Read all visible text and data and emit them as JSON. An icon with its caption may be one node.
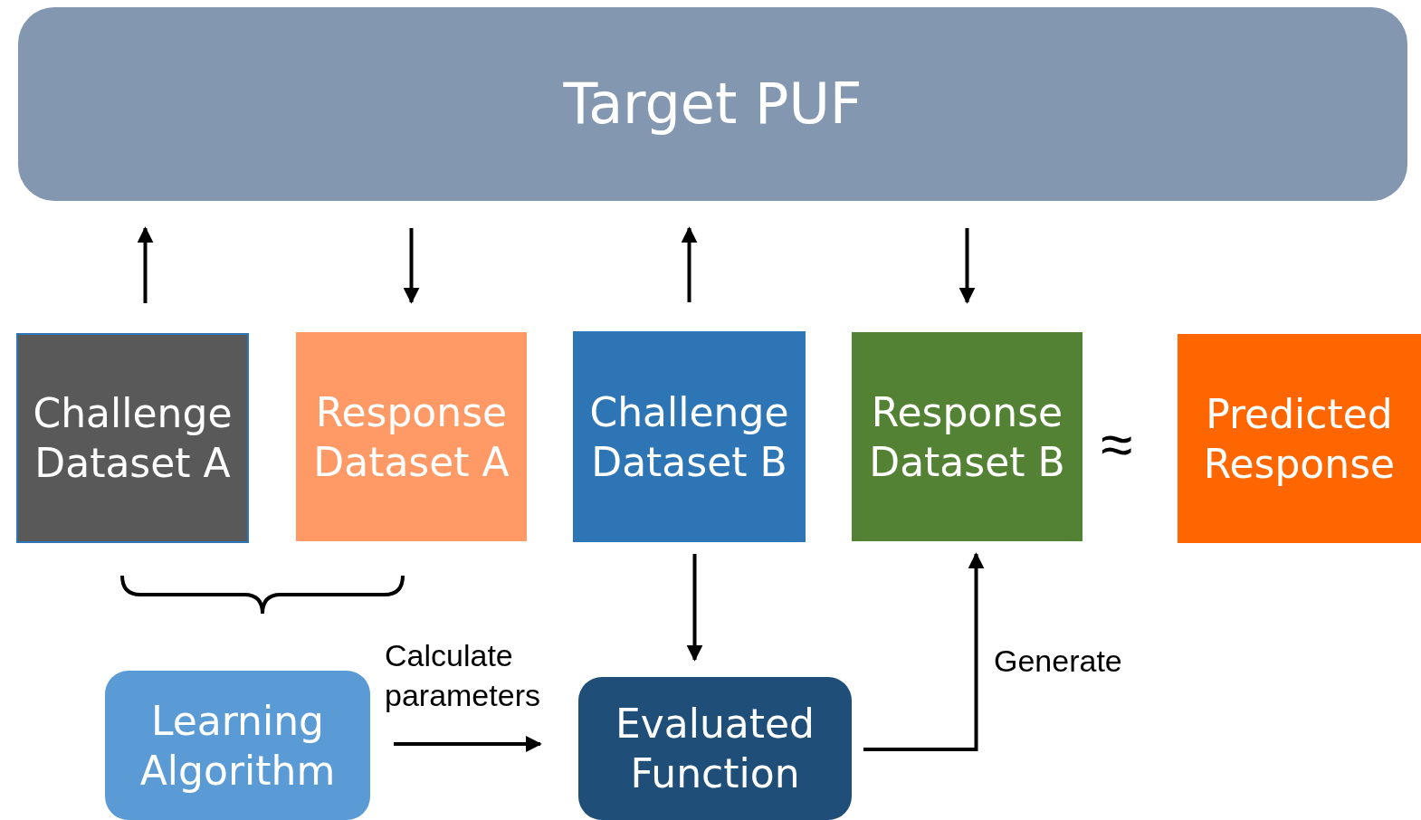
{
  "diagram": {
    "nodes": [
      {
        "text": [
          "Target PUF"
        ]
      },
      {
        "text": [
          "Challenge Dataset A"
        ]
      },
      {
        "text": [
          "Response Dataset A"
        ]
      },
      {
        "text": [
          "Challenge Dataset B"
        ]
      },
      {
        "text": [
          "Response Dataset B"
        ]
      },
      {
        "text": [
          "Predicted Response"
        ]
      },
      {
        "text": [
          "Learning Algorithm"
        ]
      },
      {
        "text": [
          "Evaluated Function"
        ]
      }
    ],
    "edges": [
      {
        "from": 1,
        "to": 0,
        "arrow": "to"
      },
      {
        "from": 0,
        "to": 2,
        "arrow": "to"
      },
      {
        "from": 3,
        "to": 0,
        "arrow": "to"
      },
      {
        "from": 0,
        "to": 4,
        "arrow": "to"
      },
      {
        "from": 3,
        "to": 7,
        "arrow": "to"
      },
      {
        "from": 6,
        "to": 7,
        "arrow": "to",
        "label": "Calculate parameters"
      },
      {
        "from": 7,
        "to": 4,
        "arrow": "to",
        "label": "Generate"
      }
    ],
    "labels": [
      "≈"
    ]
  }
}
